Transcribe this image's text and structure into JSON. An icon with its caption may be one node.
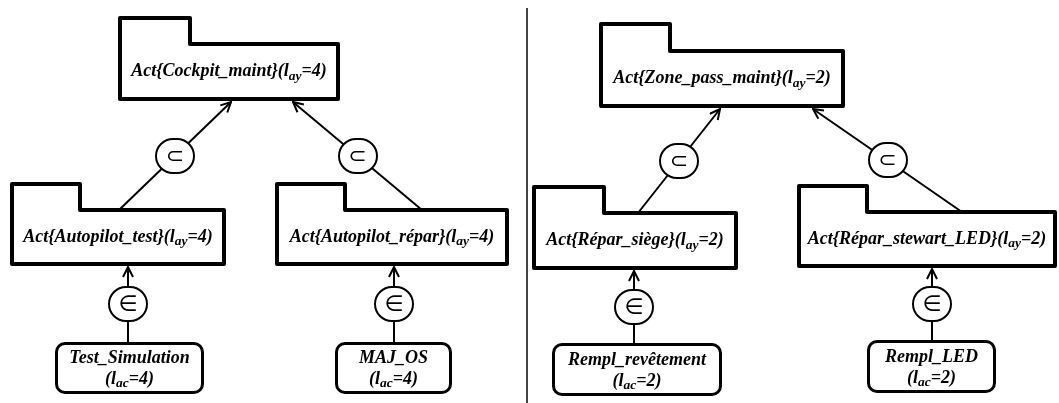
{
  "diagram": {
    "nodes": [
      {
        "text": [
          "Act{Cockpit_maint}(l$_{ay}$=4)"
        ]
      },
      {
        "text": [
          "Act{Autopilot_test}(l$_{ay}$=4)"
        ]
      },
      {
        "text": [
          "Act{Autopilot_répar}(l$_{ay}$=4)"
        ]
      },
      {
        "text": [
          "Test_Simulation (l$_{ac}$=4)"
        ]
      },
      {
        "text": [
          "MAJ_OS (l$_{ac}$=4)"
        ]
      },
      {
        "text": [
          "Act{Zone_pass_maint}(l$_{ay}$=2)"
        ]
      },
      {
        "text": [
          "Act{Répar_siège}(l$_{ay}$=2)"
        ]
      },
      {
        "text": [
          "Act{Répar_stewart_LED}(l$_{ay}$=2)"
        ]
      },
      {
        "text": [
          "Rempl_revêtement (l$_{ac}$=2)"
        ]
      },
      {
        "text": [
          "Rempl_LED (l$_{ac}$=2)"
        ]
      }
    ],
    "edges": [
      {
        "from": 1,
        "to": 0,
        "arrow": "to",
        "label": "⊂"
      },
      {
        "from": 2,
        "to": 0,
        "arrow": "to",
        "label": "⊂"
      },
      {
        "from": 3,
        "to": 1,
        "arrow": "to",
        "label": "∈"
      },
      {
        "from": 4,
        "to": 2,
        "arrow": "to",
        "label": "∈"
      },
      {
        "from": 6,
        "to": 5,
        "arrow": "to",
        "label": "⊂"
      },
      {
        "from": 7,
        "to": 5,
        "arrow": "to",
        "label": "⊂"
      },
      {
        "from": 8,
        "to": 6,
        "arrow": "to",
        "label": "∈"
      },
      {
        "from": 9,
        "to": 7,
        "arrow": "to",
        "label": "∈"
      }
    ]
  }
}
